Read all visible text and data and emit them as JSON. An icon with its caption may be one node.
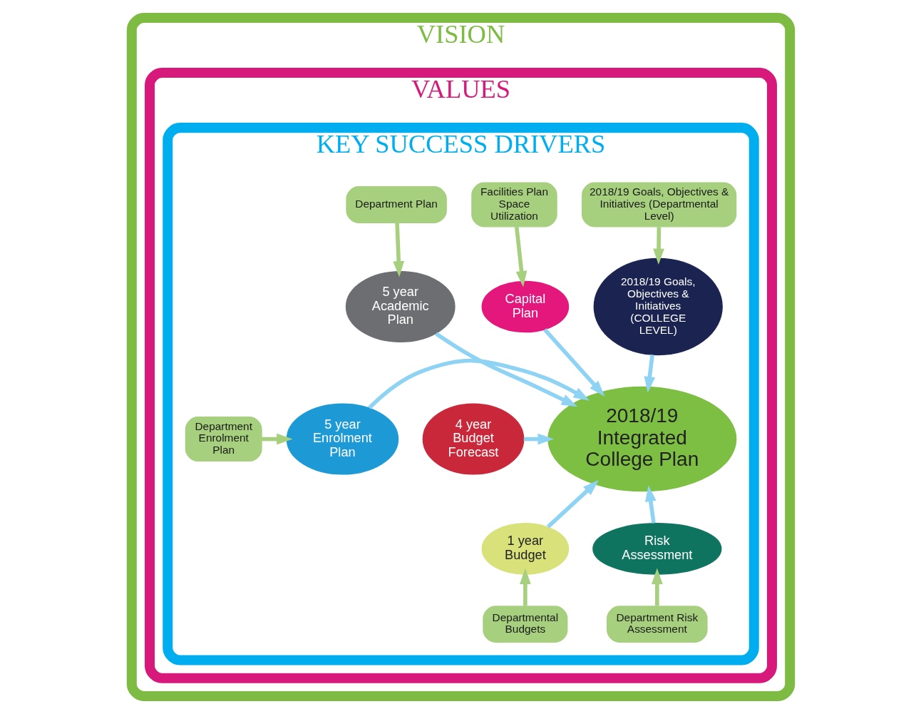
{
  "diagram": {
    "nodes": [
      {
        "text": [
          "VISION"
        ]
      },
      {
        "text": [
          "VALUES"
        ],
        "in": 0
      },
      {
        "text": [
          "KEY SUCCESS DRIVERS"
        ],
        "in": 1
      },
      {
        "text": [
          "2018/19 Goals, Objectives & Initiatives (Departmental Level)"
        ],
        "in": 2
      },
      {
        "text": [
          "2018/19 Goals, Objectives & Initiatives",
          "(COLLEGE LEVEL)"
        ],
        "in": 2
      },
      {
        "text": [
          "Facilities Plan Space Utilization"
        ],
        "in": 2
      },
      {
        "text": [
          "Capital Plan"
        ],
        "in": 2
      },
      {
        "text": [
          "5 year Academic Plan"
        ],
        "in": 2
      },
      {
        "text": [
          "Department Plan"
        ],
        "in": 2
      },
      {
        "text": [
          "2018/19 Integrated College Plan"
        ],
        "in": 2
      },
      {
        "text": [
          "4 year Budget Forecast"
        ],
        "in": 2
      },
      {
        "text": [
          "5 year Enrolment Plan"
        ],
        "in": 2
      },
      {
        "text": [
          "Department Enrolment Plan"
        ],
        "in": 2
      },
      {
        "text": [
          "Departmental Budgets"
        ],
        "in": 2
      },
      {
        "text": [
          "1 year Budget"
        ],
        "in": 2
      },
      {
        "text": [
          "Risk Assessment"
        ],
        "in": 2
      },
      {
        "text": [
          "Department Risk Assessment"
        ],
        "in": 2
      }
    ],
    "edges": [
      {
        "from": 3,
        "to": 4,
        "arrow": "to",
        "color": "#a6cf7e"
      },
      {
        "from": 5,
        "to": 6,
        "arrow": "to",
        "color": "#a6cf7e"
      },
      {
        "from": 8,
        "to": 7,
        "arrow": "to",
        "color": "#a6cf7e"
      },
      {
        "from": 12,
        "to": 11,
        "arrow": "to",
        "color": "#a6cf7e"
      },
      {
        "from": 13,
        "to": 14,
        "arrow": "to",
        "color": "#a6cf7e"
      },
      {
        "from": 16,
        "to": 15,
        "arrow": "to",
        "color": "#a6cf7e"
      },
      {
        "from": 4,
        "to": 9,
        "arrow": "to"
      },
      {
        "from": 6,
        "to": 9,
        "arrow": "to"
      },
      {
        "from": 7,
        "to": 9,
        "arrow": "to"
      },
      {
        "from": 10,
        "to": 9,
        "arrow": "to"
      },
      {
        "from": 11,
        "to": 9,
        "arrow": "to"
      },
      {
        "from": 14,
        "to": 9,
        "arrow": "to"
      },
      {
        "from": 15,
        "to": 9,
        "arrow": "to"
      }
    ]
  }
}
